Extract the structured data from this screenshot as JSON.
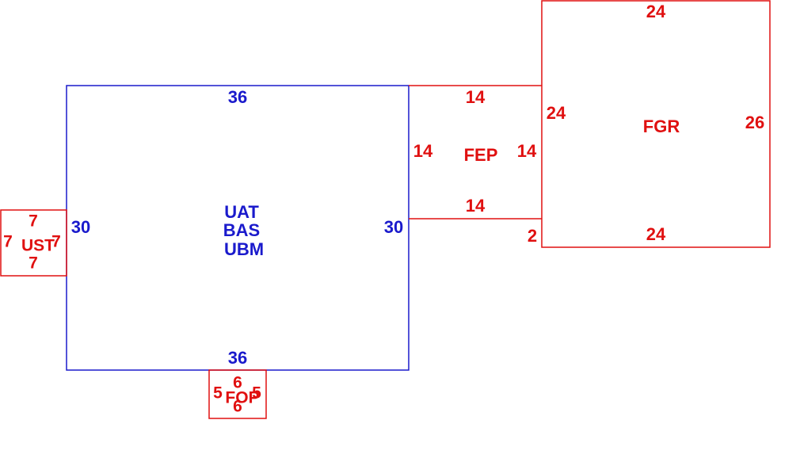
{
  "colors": {
    "main_area": "#1a1acc",
    "addition": "#e01010"
  },
  "areas": {
    "main": {
      "codes": [
        "UAT",
        "BAS",
        "UBM"
      ],
      "top": "36",
      "bottom": "36",
      "left": "30",
      "right": "30"
    },
    "fep": {
      "code": "FEP",
      "top": "14",
      "bottom": "14",
      "left": "14",
      "right": "14"
    },
    "fgr": {
      "code": "FGR",
      "top": "24",
      "bottom": "24",
      "left": "24",
      "right": "26",
      "offset": "2"
    },
    "ust": {
      "code": "UST",
      "top": "7",
      "bottom": "7",
      "left": "7",
      "right": "7"
    },
    "fop": {
      "code": "FOP",
      "top": "6",
      "bottom": "6",
      "left": "5",
      "right": "5"
    }
  }
}
